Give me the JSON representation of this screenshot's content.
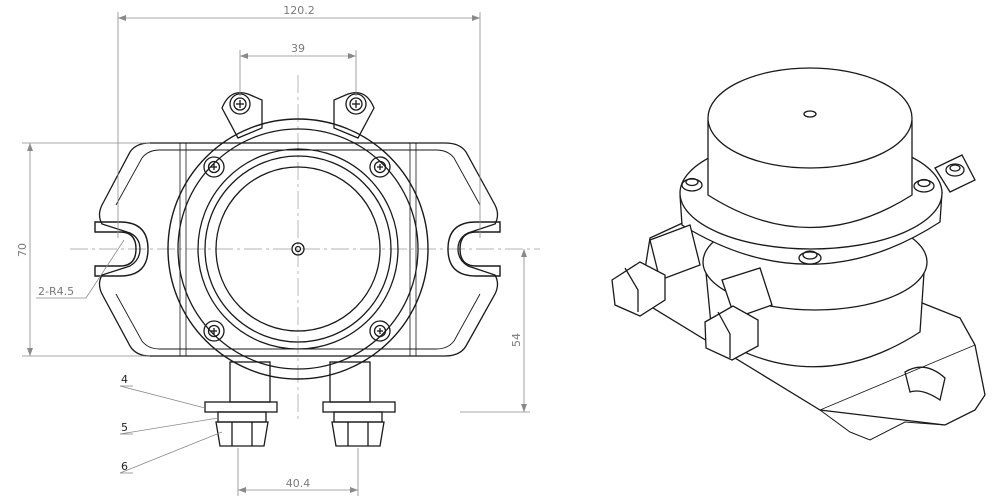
{
  "dimensions": {
    "overall_width": "120.2",
    "top_spacing": "39",
    "height_left": "70",
    "slot_radius": "2-R4.5",
    "height_right": "54",
    "bottom_spacing": "40.4"
  },
  "callouts": {
    "part_4": "4",
    "part_5": "5",
    "part_6": "6"
  },
  "colors": {
    "outline": "#1a1a1a",
    "dimension_line": "#8a8a8a",
    "background": "#ffffff"
  }
}
